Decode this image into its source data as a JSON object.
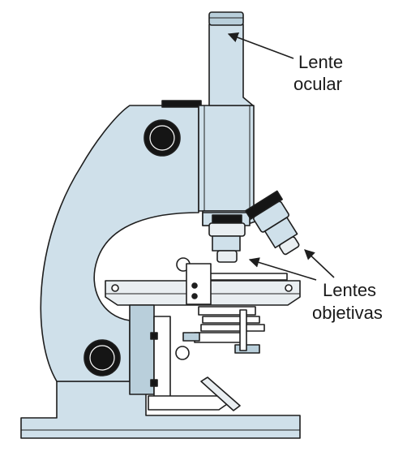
{
  "labels": {
    "eyepiece_line1": "Lente",
    "eyepiece_line2": "ocular",
    "objectives_line1": "Lentes",
    "objectives_line2": "objetivas"
  },
  "colors": {
    "body": "#cfe0ea",
    "body_shade": "#b9cfdb",
    "outline": "#1e1e1e",
    "knob": "#151515",
    "stage_light": "#e9eef1",
    "white": "#ffffff"
  }
}
